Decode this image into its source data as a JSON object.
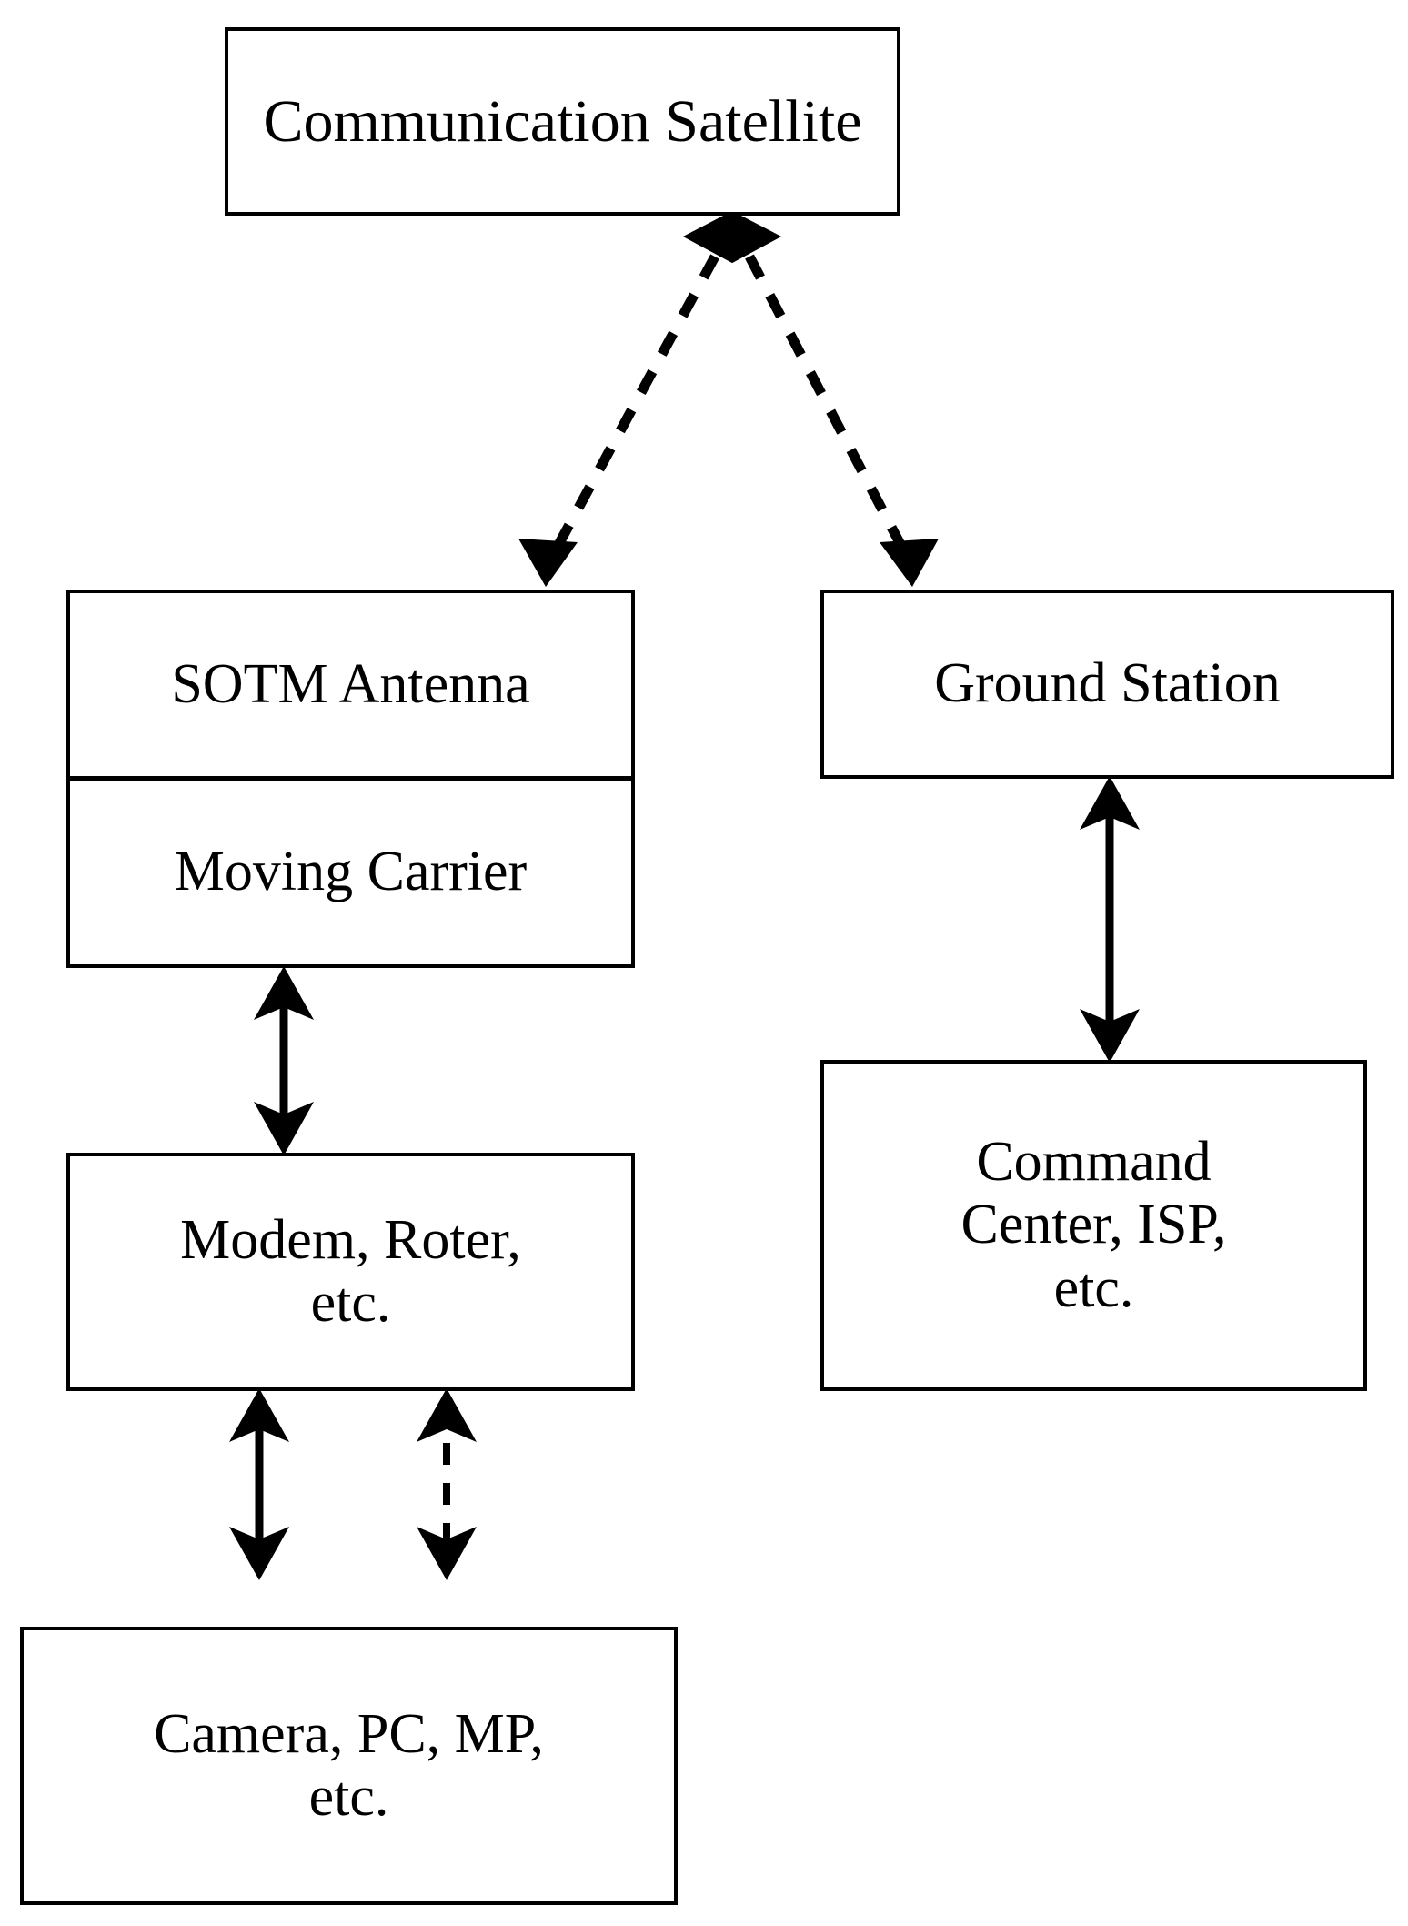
{
  "diagram": {
    "title": "SOTM satellite communication system block diagram",
    "type": "block-diagram",
    "background_color": "#ffffff",
    "line_color": "#000000",
    "nodes": {
      "satellite": {
        "label": "Communication Satellite"
      },
      "sotm_antenna": {
        "label": "SOTM Antenna"
      },
      "moving_carrier": {
        "label": "Moving Carrier"
      },
      "ground_station": {
        "label": "Ground Station"
      },
      "modem": {
        "label": "Modem, Roter,\netc."
      },
      "command_center": {
        "label": "Command\nCenter, ISP,\netc."
      },
      "endpoints": {
        "label": "Camera, PC, MP,\netc."
      }
    },
    "connectors": [
      {
        "id": "satellite-to-sotm",
        "from": "satellite",
        "to": "sotm_antenna",
        "style": "dashed",
        "arrows": "end",
        "marker_at_source": "diamond"
      },
      {
        "id": "satellite-to-ground-station",
        "from": "satellite",
        "to": "ground_station",
        "style": "dashed",
        "arrows": "end",
        "marker_at_source": "diamond"
      },
      {
        "id": "ground-station-to-command-center",
        "from": "ground_station",
        "to": "command_center",
        "style": "solid",
        "arrows": "both"
      },
      {
        "id": "moving-carrier-to-modem",
        "from": "moving_carrier",
        "to": "modem",
        "style": "solid",
        "arrows": "both"
      },
      {
        "id": "modem-to-endpoints-solid",
        "from": "modem",
        "to": "endpoints",
        "style": "solid",
        "arrows": "both"
      },
      {
        "id": "modem-to-endpoints-dashed",
        "from": "modem",
        "to": "endpoints",
        "style": "dashed",
        "arrows": "both"
      }
    ]
  }
}
